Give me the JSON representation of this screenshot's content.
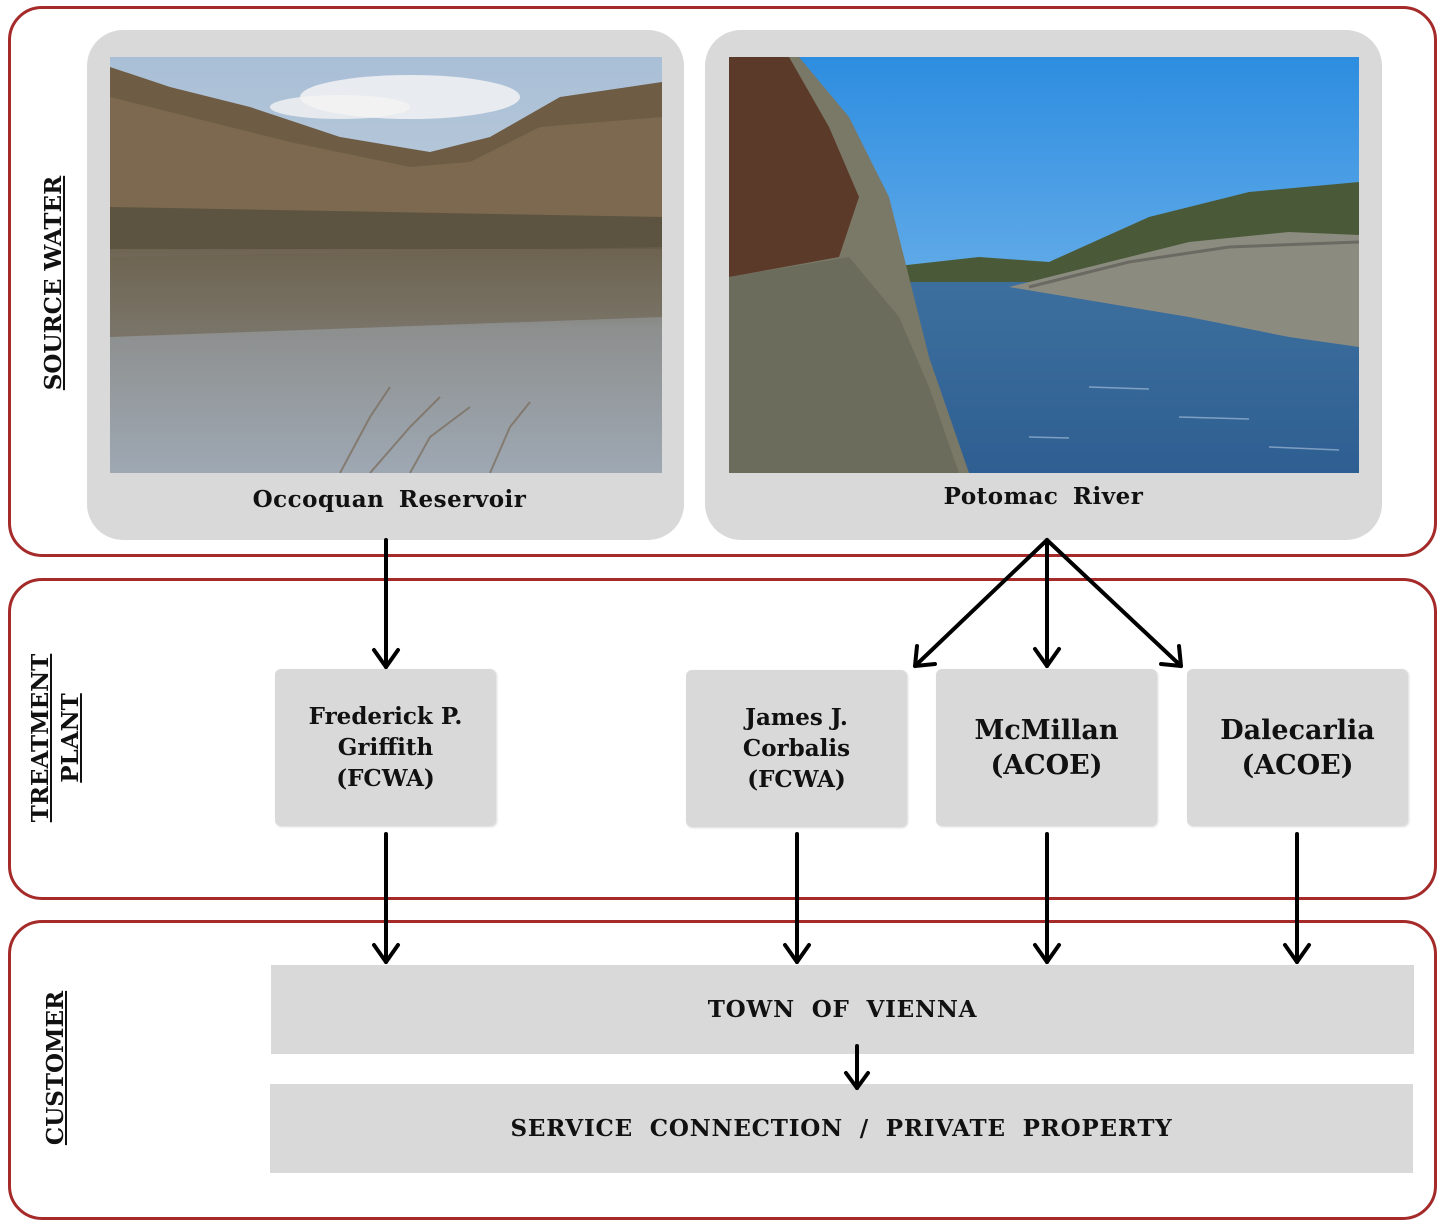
{
  "sections": {
    "source_water": "SOURCE WATER",
    "treatment_plant_line1": "TREATMENT",
    "treatment_plant_line2": "PLANT",
    "customer": "CUSTOMER"
  },
  "sources": {
    "occoquan": "Occoquan Reservoir",
    "potomac": "Potomac River"
  },
  "plants": {
    "griffith": [
      "Frederick P.",
      "Griffith",
      "(FCWA)"
    ],
    "corbalis": [
      "James J.",
      "Corbalis",
      "(FCWA)"
    ],
    "mcmillan": [
      "McMillan",
      "(ACOE)"
    ],
    "dalecarlia": [
      "Dalecarlia",
      "(ACOE)"
    ]
  },
  "customer": {
    "town": "TOWN OF VIENNA",
    "service": "SERVICE CONNECTION / PRIVATE PROPERTY"
  },
  "colors": {
    "section_border": "#a52a2a",
    "box_fill": "#d9d9d9",
    "arrow": "#000000"
  }
}
